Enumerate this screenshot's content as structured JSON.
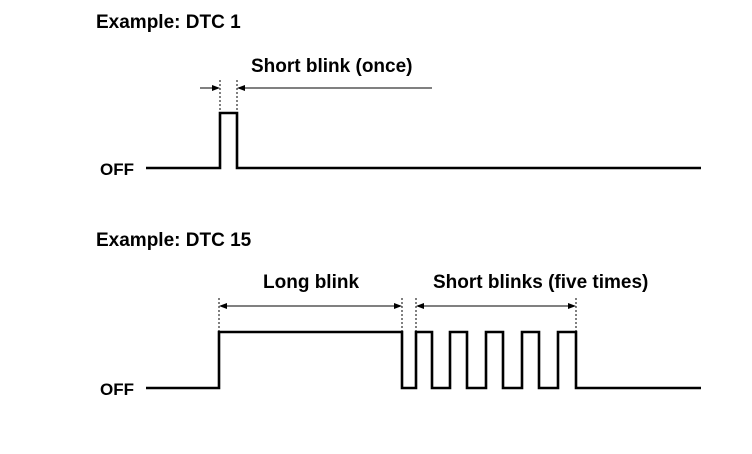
{
  "examples": [
    {
      "title": "Example: DTC 1",
      "off_label": "OFF",
      "annotations": [
        {
          "text": "Short blink (once)"
        }
      ]
    },
    {
      "title": "Example: DTC 15",
      "off_label": "OFF",
      "annotations": [
        {
          "text": "Long blink"
        },
        {
          "text": "Short blinks (five times)"
        }
      ]
    }
  ]
}
